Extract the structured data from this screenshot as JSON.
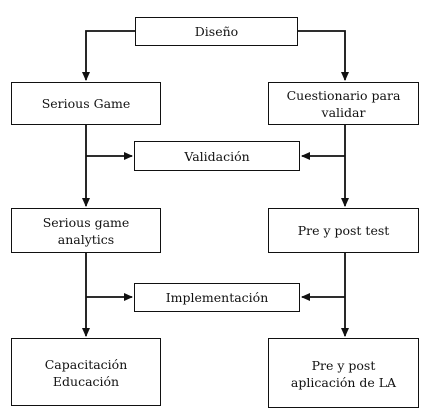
{
  "diagram": {
    "nodes": {
      "diseno": "Diseño",
      "serious_game": "Serious Game",
      "cuestionario": "Cuestionario para\nvalidar",
      "validacion": "Validación",
      "analytics": "Serious game\nanalytics",
      "pre_post_test": "Pre y post test",
      "implementacion": "Implementación",
      "capacitacion": "Capacitación\nEducación",
      "aplicacion": "Pre y post\naplicación de LA"
    },
    "line_color": "#111111"
  }
}
